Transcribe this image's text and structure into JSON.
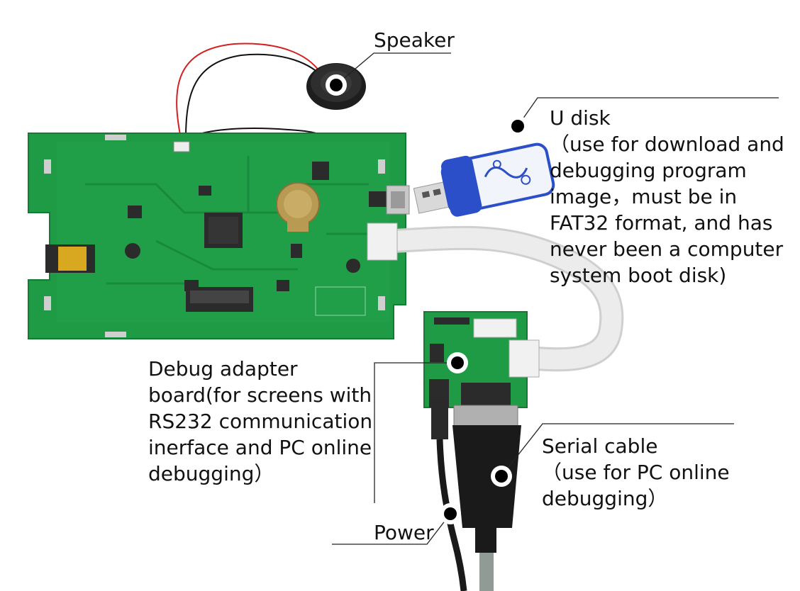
{
  "labels": {
    "speaker": "Speaker",
    "udisk": "U disk\n（use for download and debugging program image，must be in FAT32 format, and has never been a computer system boot disk)",
    "debug_adapter": "Debug adapter board(for screens with RS232 communication inerface and PC online debugging）",
    "serial_cable": "Serial cable\n（use for PC online debugging）",
    "power": "Power"
  },
  "colors": {
    "pcb_green": "#1f9a45",
    "pcb_dark": "#157a33",
    "chip": "#2b2b2b",
    "gold": "#b89a52",
    "udisk_blue": "#2a4fc8",
    "udisk_white": "#f2f4fb",
    "ribbon": "#e3e3e3",
    "cable_black": "#1a1a1a",
    "wire_red": "#d42020",
    "leader": "#222222"
  }
}
